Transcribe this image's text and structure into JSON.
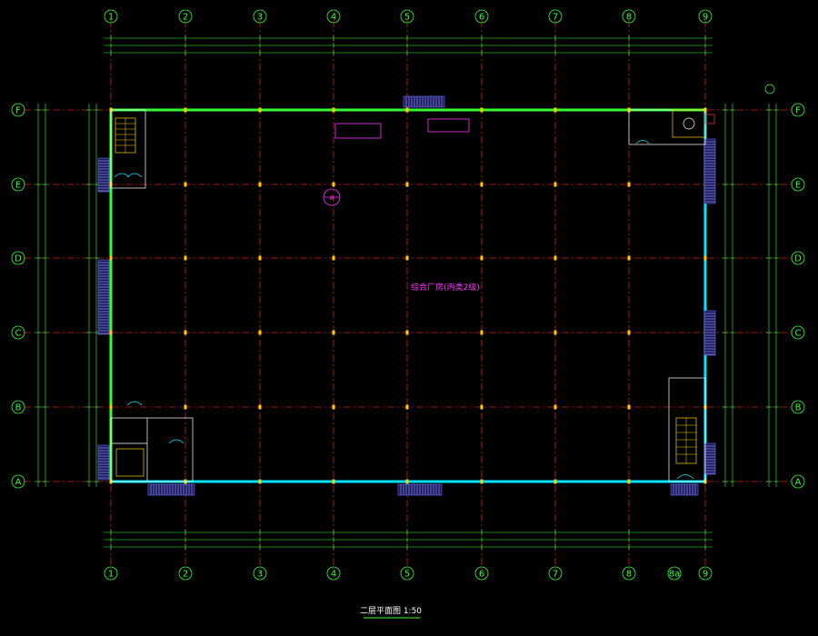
{
  "drawing": {
    "title": "二层平面图 1:50",
    "grid_columns": [
      "1",
      "2",
      "3",
      "4",
      "5",
      "6",
      "7",
      "8",
      "9"
    ],
    "grid_rows": [
      "F",
      "E",
      "D",
      "C",
      "B",
      "A"
    ],
    "extra_column_label": "8a",
    "room_label": "综合厂房(丙类2级)",
    "section_marker": "A",
    "colors": {
      "background": "#000000",
      "axis_line": "#cc2222",
      "dimension": "#33ff33",
      "wall": "#33ff33",
      "wall_right": "#00e5ff",
      "text": "#ffffff",
      "annotation": "#ff33ff",
      "stair": "#6a6aff",
      "equipment": "#ffcc00"
    }
  }
}
